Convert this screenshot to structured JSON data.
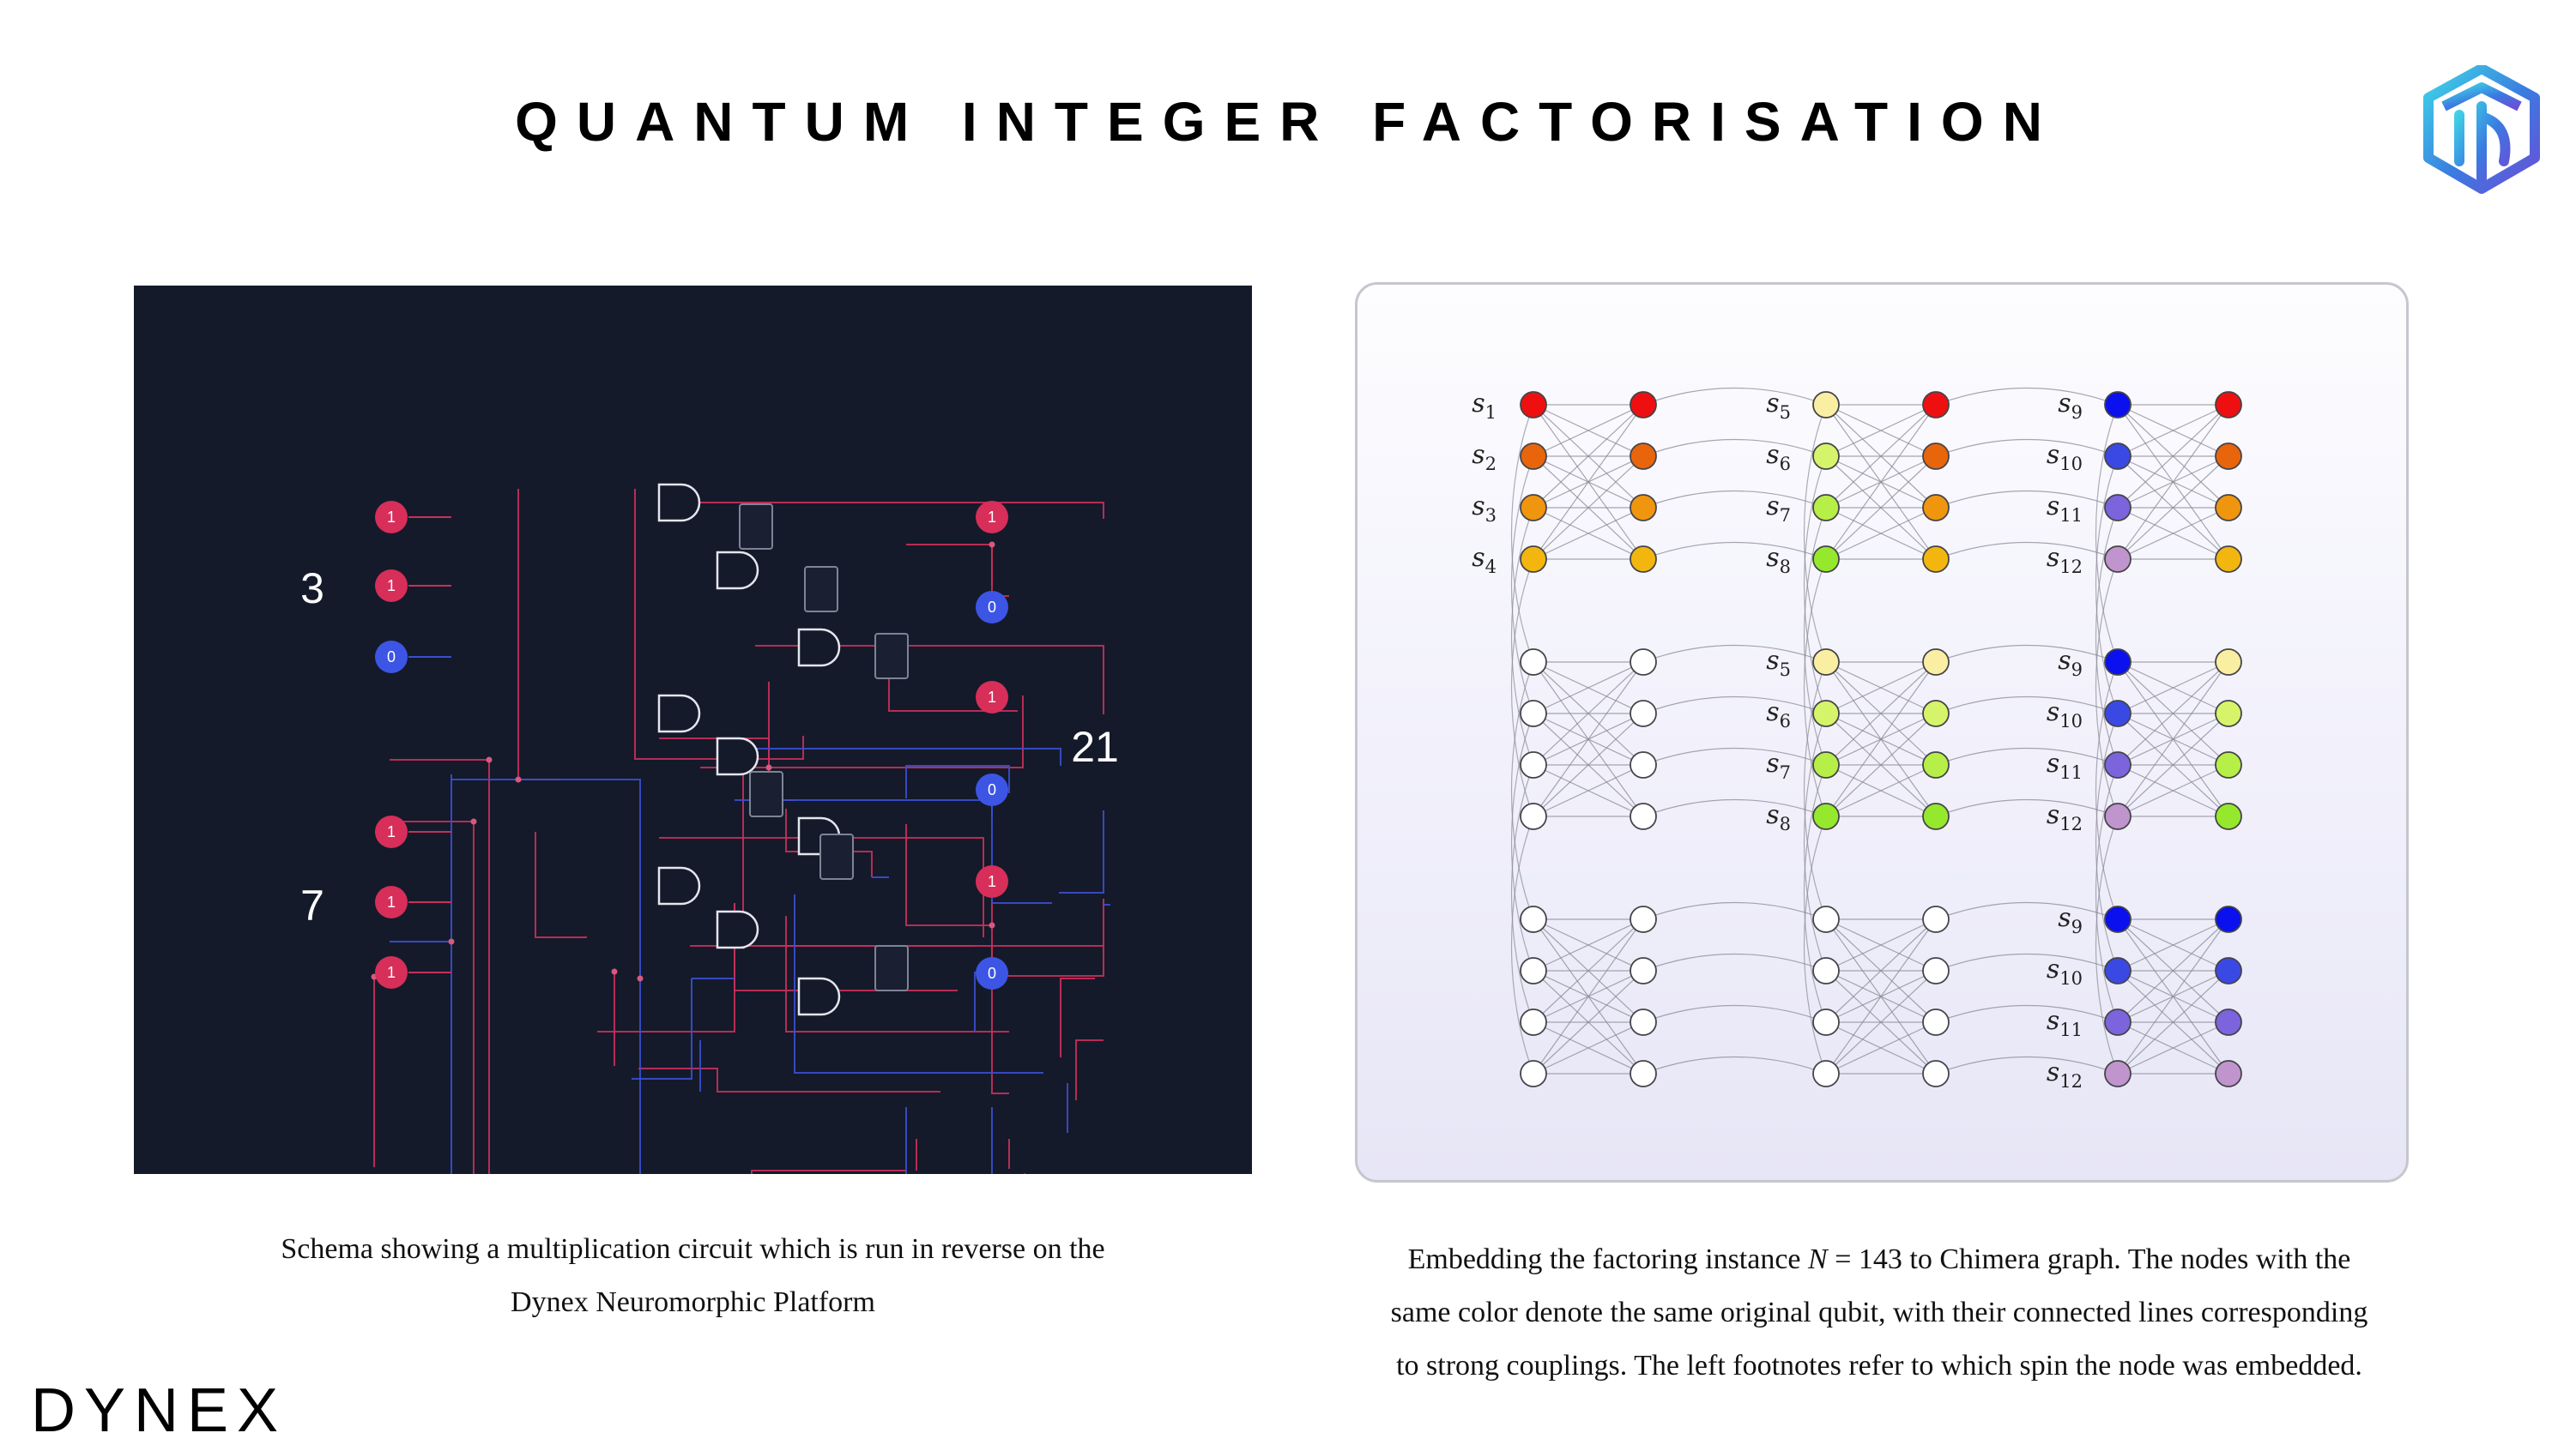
{
  "title": "QUANTUM INTEGER FACTORISATION",
  "brand": "DYNEX",
  "logo": {
    "icon": "dynex-cube-logo",
    "colors": [
      "#3fd6e8",
      "#3a7be0",
      "#6a4fd8"
    ]
  },
  "left_panel": {
    "number_a": "3",
    "number_b": "7",
    "product": "21",
    "input_bits_a": [
      "1",
      "1",
      "0"
    ],
    "input_bits_b": [
      "1",
      "1",
      "1"
    ],
    "output_bits": [
      "1",
      "0",
      "1",
      "0",
      "1",
      "0"
    ],
    "colors": {
      "bit_one": "#d72e5a",
      "bit_zero": "#3d55e4",
      "wire_red": "#c8305a",
      "wire_blue": "#3a4fd0",
      "background": "#141a2a"
    }
  },
  "right_panel": {
    "row_labels": [
      [
        "s1",
        "s2",
        "s3",
        "s4"
      ],
      [
        "s5",
        "s6",
        "s7",
        "s8"
      ],
      [
        "s9",
        "s10",
        "s11",
        "s12"
      ]
    ],
    "node_colors": {
      "s1": "#ee1010",
      "s2": "#e8650c",
      "s3": "#ef950e",
      "s4": "#f2b60f",
      "s5": "#faeea2",
      "s6": "#d5f46a",
      "s7": "#b6ef47",
      "s8": "#95e82c",
      "s9": "#0a10ee",
      "s10": "#3b49e4",
      "s11": "#7c64dd",
      "s12": "#c094cd",
      "empty": "#ffffff"
    }
  },
  "captions": {
    "left_line1": "Schema showing a multiplication circuit which is run in reverse on the",
    "left_line2": "Dynex Neuromorphic Platform",
    "right_line1_pre": "Embedding the factoring instance ",
    "right_line1_var": "N",
    "right_line1_post": " = 143 to Chimera graph. The nodes with the",
    "right_line2": "same color denote the same original qubit, with their connected lines corresponding",
    "right_line3": "to strong couplings. The left footnotes refer to which spin the node was embedded."
  }
}
